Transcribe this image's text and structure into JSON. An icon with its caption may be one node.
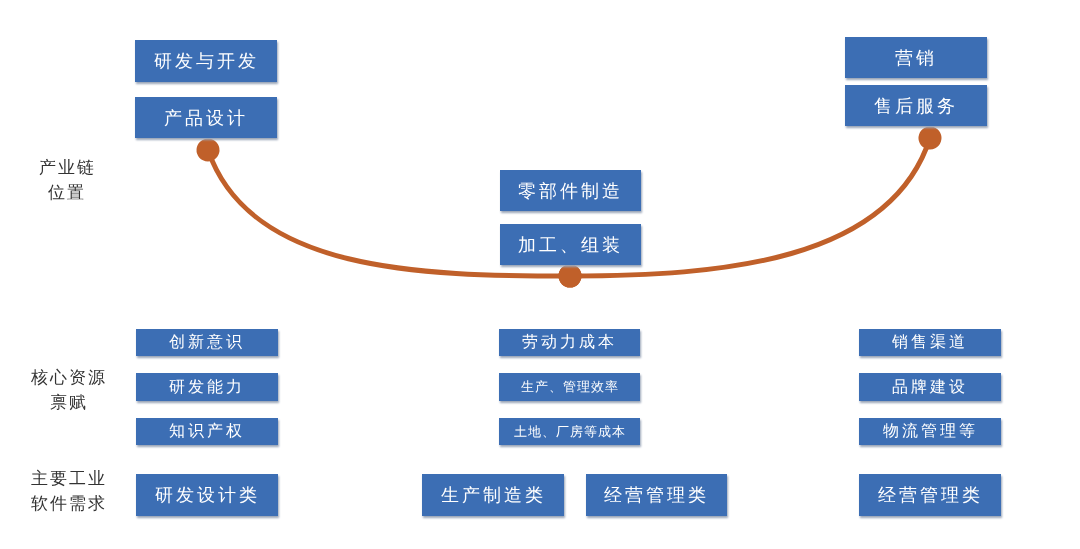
{
  "diagram": {
    "nodes": [
      {
        "text": [
          "研发与开发"
        ]
      },
      {
        "text": [
          "产品设计"
        ]
      },
      {
        "text": [
          "营销"
        ]
      },
      {
        "text": [
          "售后服务"
        ]
      },
      {
        "text": [
          "零部件制造"
        ]
      },
      {
        "text": [
          "加工、组装"
        ]
      },
      {
        "text": [
          "创新意识"
        ]
      },
      {
        "text": [
          "研发能力"
        ]
      },
      {
        "text": [
          "知识产权"
        ]
      },
      {
        "text": [
          "劳动力成本"
        ]
      },
      {
        "text": [
          "生产、管理效率"
        ]
      },
      {
        "text": [
          "土地、厂房等成本"
        ]
      },
      {
        "text": [
          "销售渠道"
        ]
      },
      {
        "text": [
          "品牌建设"
        ]
      },
      {
        "text": [
          "物流管理等"
        ]
      },
      {
        "text": [
          "研发设计类"
        ]
      },
      {
        "text": [
          "生产制造类"
        ]
      },
      {
        "text": [
          "经营管理类"
        ]
      },
      {
        "text": [
          "经营管理类"
        ]
      }
    ],
    "edges": [
      {
        "from": 1,
        "to": 5,
        "arrow": "other"
      },
      {
        "from": 5,
        "to": 3,
        "arrow": "other"
      }
    ],
    "labels": [
      "产业链位置",
      "核心资源禀赋",
      "主要工业软件需求"
    ]
  }
}
